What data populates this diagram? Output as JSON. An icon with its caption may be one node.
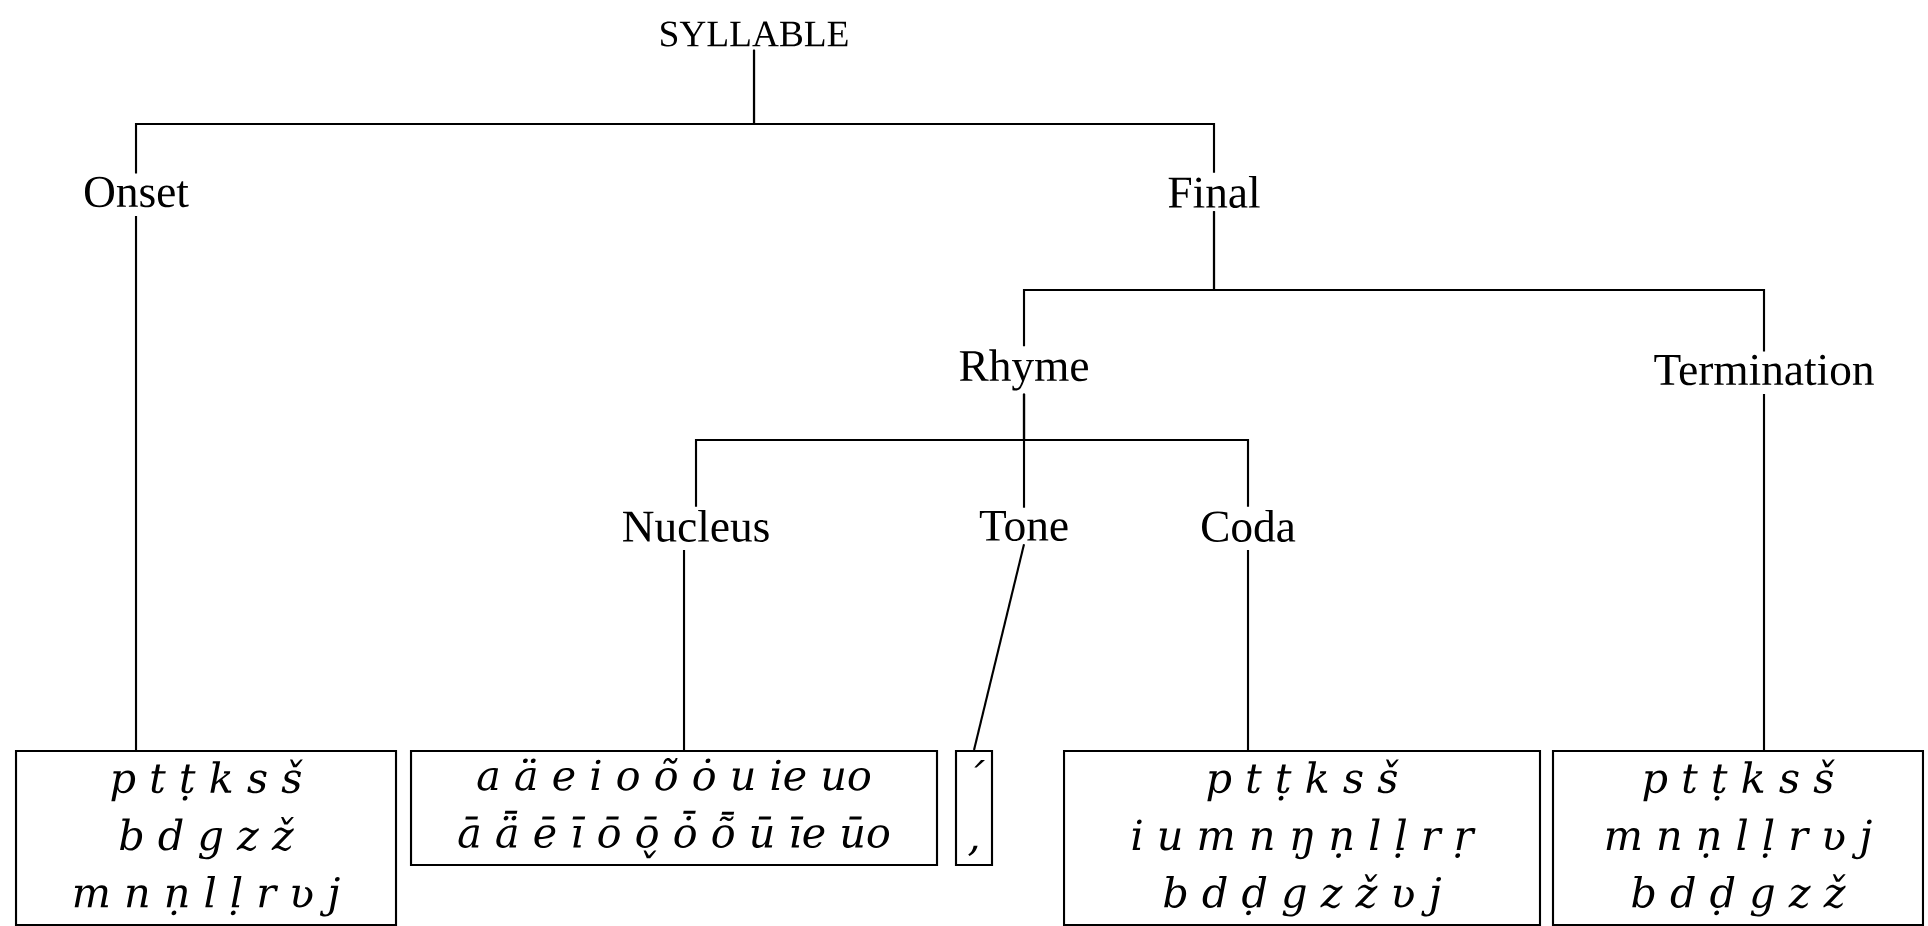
{
  "diagram": {
    "nodes": [
      {
        "text": [
          "SYLLABLE"
        ]
      },
      {
        "text": [
          "Onset"
        ]
      },
      {
        "text": [
          "Final"
        ]
      },
      {
        "text": [
          "Rhyme"
        ]
      },
      {
        "text": [
          "Termination"
        ]
      },
      {
        "text": [
          "Nucleus"
        ]
      },
      {
        "text": [
          "Tone"
        ]
      },
      {
        "text": [
          "Coda"
        ]
      },
      {
        "text": [
          "p t ṭ k s š",
          "b d g z ž",
          "m n ṇ l ḷ r ʋ j"
        ]
      },
      {
        "text": [
          "a ä e i o õ ȯ u ie uo",
          "ā ǟ ē ī ō ō̬ ȱ ȭ ū īe ūo"
        ]
      },
      {
        "text": [
          "ˊ",
          ","
        ]
      },
      {
        "text": [
          "p t ṭ k s š",
          "i u m n ŋ ṇ l ḷ r ṛ",
          "b d ḍ g z ž ʋ j"
        ]
      },
      {
        "text": [
          "p t ṭ k s š",
          "m n ṇ l ḷ r ʋ j",
          "b d ḍ g z ž"
        ]
      }
    ],
    "edges": [
      {
        "from": 0,
        "to": 1,
        "arrow": "none"
      },
      {
        "from": 0,
        "to": 2,
        "arrow": "none"
      },
      {
        "from": 2,
        "to": 3,
        "arrow": "none"
      },
      {
        "from": 2,
        "to": 4,
        "arrow": "none"
      },
      {
        "from": 3,
        "to": 5,
        "arrow": "none"
      },
      {
        "from": 3,
        "to": 6,
        "arrow": "none"
      },
      {
        "from": 3,
        "to": 7,
        "arrow": "none"
      },
      {
        "from": 1,
        "to": 8,
        "arrow": "none"
      },
      {
        "from": 5,
        "to": 9,
        "arrow": "none"
      },
      {
        "from": 6,
        "to": 10,
        "arrow": "none"
      },
      {
        "from": 7,
        "to": 11,
        "arrow": "none"
      },
      {
        "from": 4,
        "to": 12,
        "arrow": "none"
      }
    ]
  }
}
